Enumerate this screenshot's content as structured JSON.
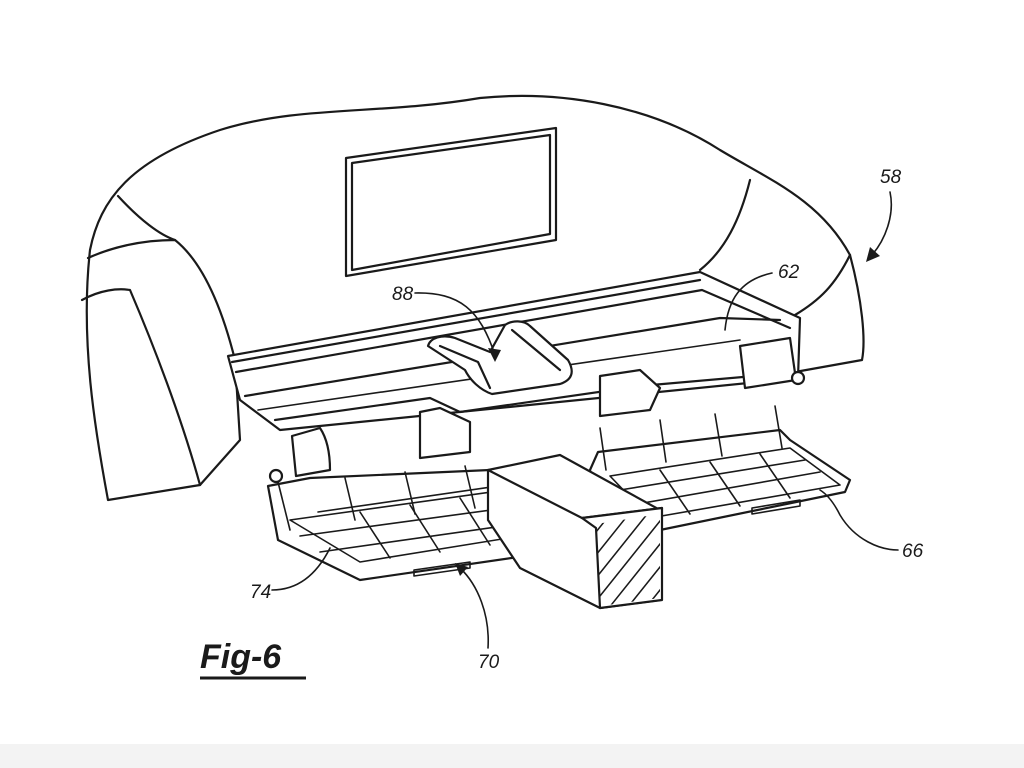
{
  "figure": {
    "label": "Fig-6"
  },
  "reference_numerals": {
    "seat_assembly": "58",
    "rail": "62",
    "handle": "88",
    "right_tray": "66",
    "left_tray": "74",
    "slot": "70"
  }
}
